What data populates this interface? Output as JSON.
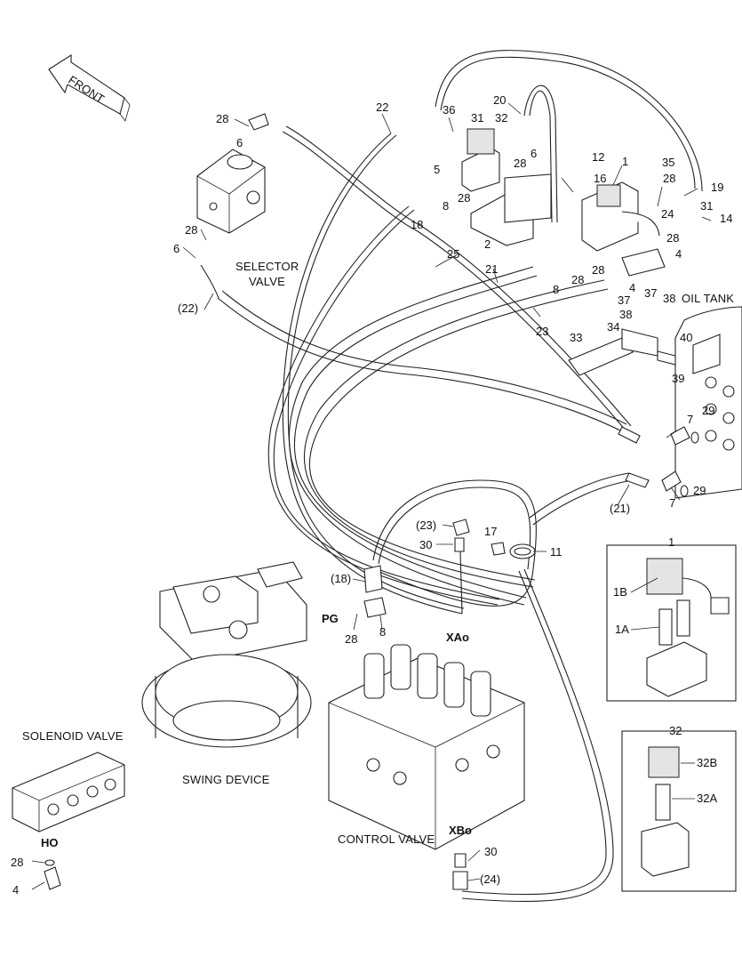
{
  "arrow": {
    "front_label": "FRONT"
  },
  "groups": {
    "selector_valve": [
      "SELECTOR",
      "VALVE"
    ],
    "oil_tank": "OIL TANK",
    "swing_device": "SWING DEVICE",
    "control_valve": "CONTROL VALVE",
    "solenoid_valve": "SOLENOID VALVE"
  },
  "ports": {
    "pg": "PG",
    "xao": "XAo",
    "xbo": "XBo",
    "ho": "HO"
  },
  "callouts": {
    "c1": "1",
    "c2": "2",
    "c4a": "4",
    "c4b": "4",
    "c4c": "4",
    "c5": "5",
    "c6a": "6",
    "c6b": "6",
    "c6c": "6",
    "c7a": "7",
    "c7b": "7",
    "c8a": "8",
    "c8b": "8",
    "c8c": "8",
    "c11": "11",
    "c12": "12",
    "c14": "14",
    "c16": "16",
    "c17": "17",
    "c18": "(18)",
    "c18b": "18",
    "c19": "19",
    "c20": "20",
    "c21a": "21",
    "c21b": "(21)",
    "c22a": "22",
    "c22b": "(22)",
    "c23a": "23",
    "c23b": "(23)",
    "c24a": "24",
    "c24b": "(24)",
    "c25": "25",
    "c28a": "28",
    "c28b": "28",
    "c28c": "28",
    "c28d": "28",
    "c28e": "28",
    "c28f": "28",
    "c28g": "28",
    "c28h": "28",
    "c28i": "28",
    "c28j": "28",
    "c29a": "29",
    "c29b": "29",
    "c30a": "30",
    "c30b": "30",
    "c31a": "31",
    "c31b": "31",
    "c32": "32",
    "c33": "33",
    "c34": "34",
    "c35": "35",
    "c36": "36",
    "c37a": "37",
    "c37b": "37",
    "c38a": "38",
    "c38b": "38",
    "c39": "39",
    "c40": "40"
  },
  "detail_1": {
    "title": "1",
    "labels": [
      "1B",
      "1A"
    ]
  },
  "detail_32": {
    "title": "32",
    "labels": [
      "32B",
      "32A"
    ]
  }
}
